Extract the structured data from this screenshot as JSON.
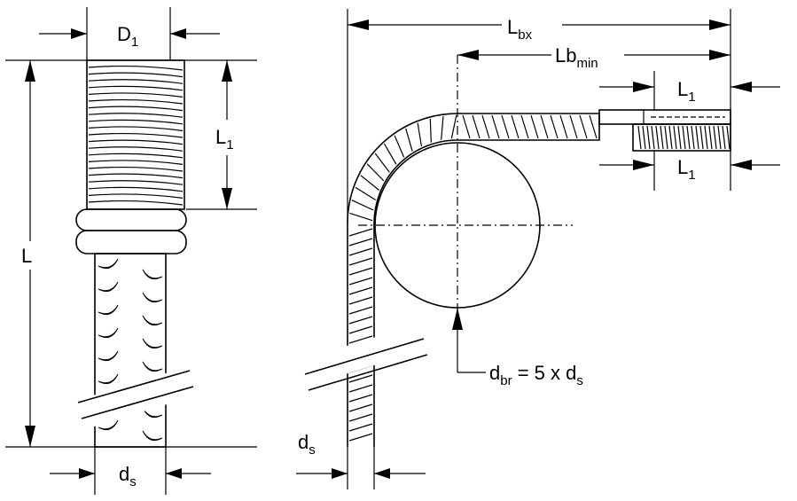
{
  "labels": {
    "d1": "D",
    "d1_sub": "1",
    "l1": "L",
    "l1_sub": "1",
    "l": "L",
    "ds_left": "d",
    "ds_left_sub": "s",
    "lbx": "L",
    "lbx_sub": "bx",
    "lbmin": "Lb",
    "lbmin_sub": "min",
    "l1_top_right": "L",
    "l1_top_right_sub": "1",
    "l1_bot_right": "L",
    "l1_bot_right_sub": "1",
    "ds_right": "d",
    "ds_right_sub": "s",
    "dbr_d": "d",
    "dbr_sub": "br",
    "dbr_eq": " = 5 x d",
    "dbr_eq_sub": "s"
  }
}
